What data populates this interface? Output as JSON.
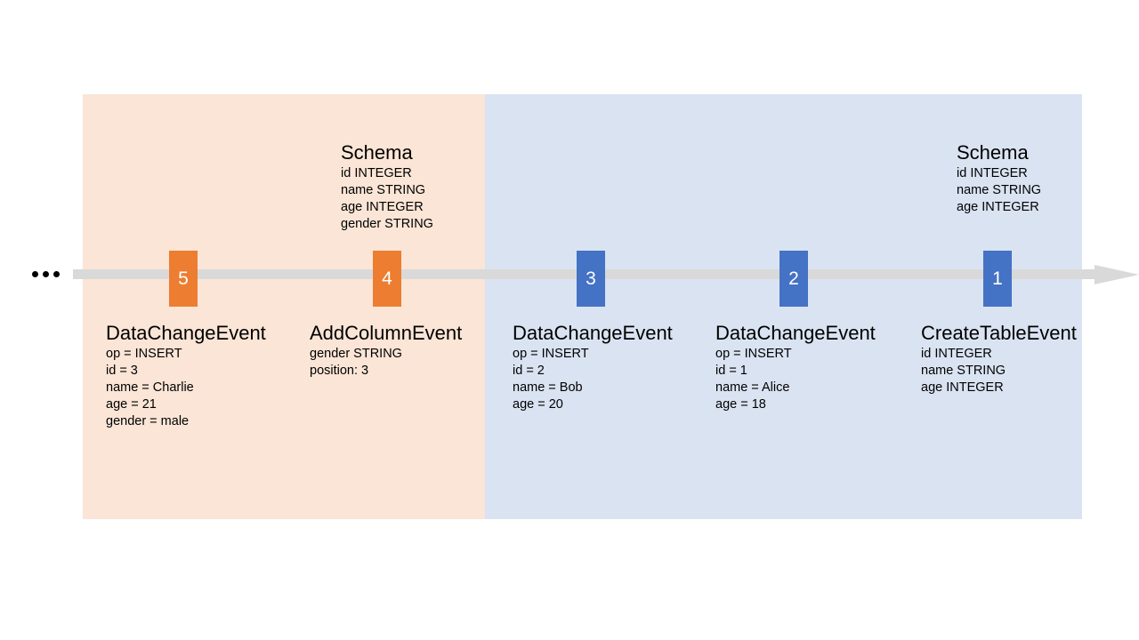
{
  "colors": {
    "orange_region": "#fae5d6",
    "blue_region": "#dae3f2",
    "orange_marker": "#ed7d31",
    "blue_marker": "#4472c4",
    "timeline": "#d9d9d9"
  },
  "timeline": {
    "ellipsis": "..."
  },
  "markers": [
    {
      "number": "5"
    },
    {
      "number": "4"
    },
    {
      "number": "3"
    },
    {
      "number": "2"
    },
    {
      "number": "1"
    }
  ],
  "events": [
    {
      "title": "DataChangeEvent",
      "lines": [
        "op = INSERT",
        "id = 3",
        "name = Charlie",
        "age = 21",
        "gender = male"
      ]
    },
    {
      "title": "AddColumnEvent",
      "lines": [
        "gender STRING",
        "position: 3"
      ]
    },
    {
      "title": "DataChangeEvent",
      "lines": [
        "op = INSERT",
        "id = 2",
        "name = Bob",
        "age = 20"
      ]
    },
    {
      "title": "DataChangeEvent",
      "lines": [
        "op = INSERT",
        "id = 1",
        "name = Alice",
        "age = 18"
      ]
    },
    {
      "title": "CreateTableEvent",
      "lines": [
        "id INTEGER",
        "name STRING",
        "age INTEGER"
      ]
    }
  ],
  "schemas": [
    {
      "title": "Schema",
      "lines": [
        "id INTEGER",
        "name STRING",
        "age INTEGER",
        "gender STRING"
      ]
    },
    {
      "title": "Schema",
      "lines": [
        "id INTEGER",
        "name STRING",
        "age INTEGER"
      ]
    }
  ]
}
